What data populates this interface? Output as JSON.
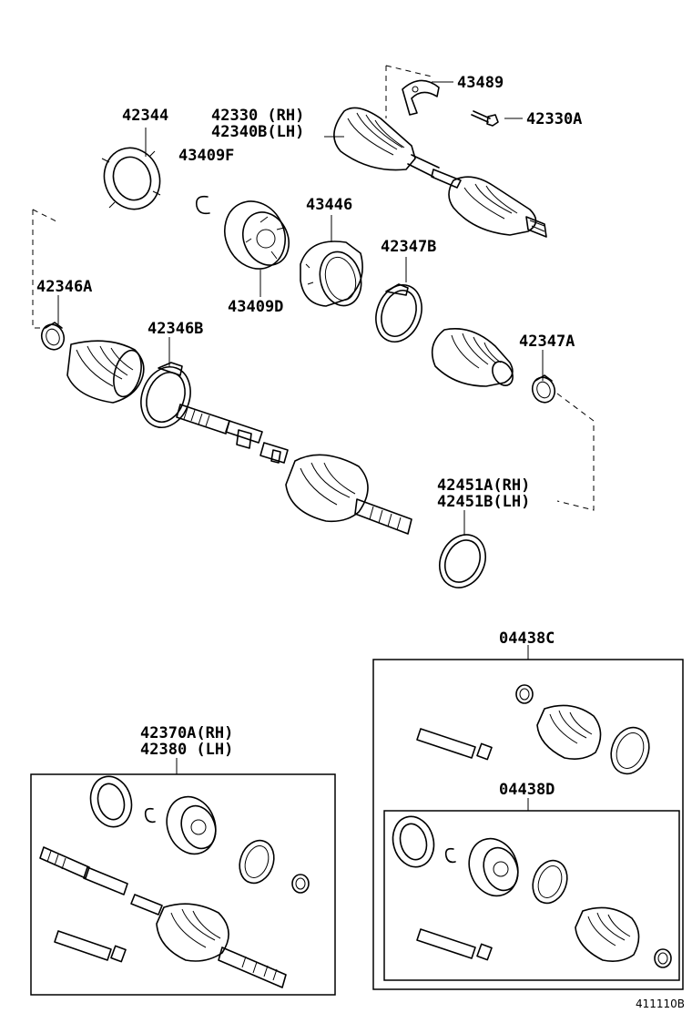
{
  "labels": {
    "p43489": "43489",
    "p42330A": "42330A",
    "p42344": "42344",
    "p42330": "42330 (RH)",
    "p42340B": "42340B(LH)",
    "p43409F": "43409F",
    "p43446": "43446",
    "p42347B": "42347B",
    "p42346A": "42346A",
    "p43409D": "43409D",
    "p42346B": "42346B",
    "p42347A": "42347A",
    "p42451A": "42451A(RH)",
    "p42451B": "42451B(LH)",
    "p04438C": "04438C",
    "p42370A": "42370A(RH)",
    "p42380": "42380  (LH)",
    "p04438D": "04438D"
  },
  "reference_code": "411110B"
}
